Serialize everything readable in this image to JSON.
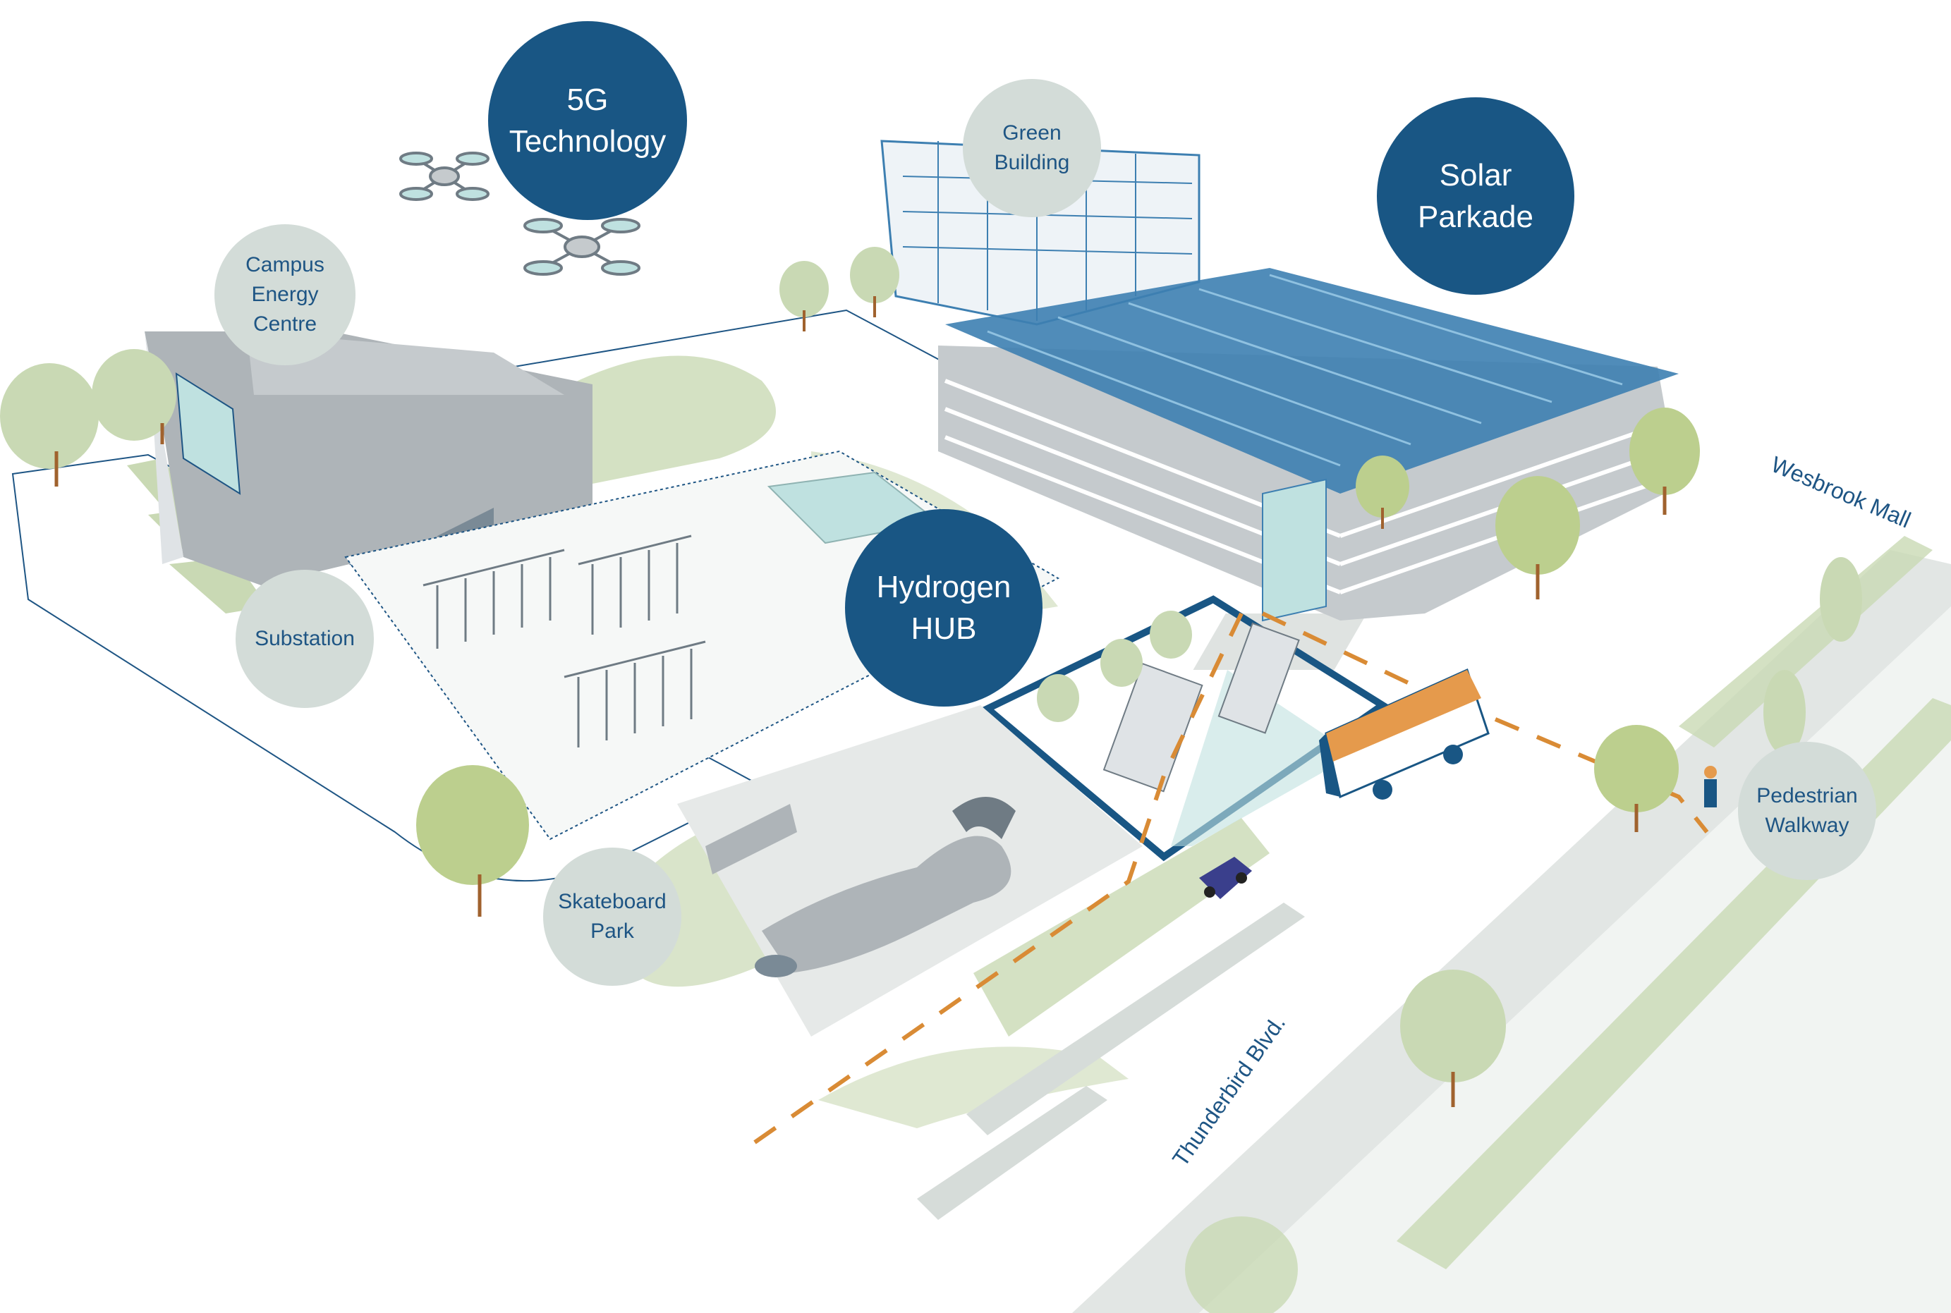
{
  "colors": {
    "label_light": "#d3dcd8",
    "label_dark": "#195684",
    "label_text": "#1e5584",
    "green_light": "#c9d9b4",
    "green_tree": "#bccf8e",
    "path_orange": "#d98b35",
    "building_grey": "#aeb4b8",
    "solar_blue": "#3d7fb1",
    "road_grey": "#d6dcd9",
    "bus_orange": "#e59a4c"
  },
  "labels": {
    "g5": "5G\nTechnology",
    "green_building": "Green\nBuilding",
    "solar_parkade": "Solar\nParkade",
    "campus_energy": "Campus\nEnergy\nCentre",
    "substation": "Substation",
    "hydrogen_hub": "Hydrogen\nHUB",
    "pedestrian": "Pedestrian\nWalkway",
    "skateboard": "Skateboard\nPark"
  },
  "streets": {
    "wesbrook": "Wesbrook Mall",
    "thunderbird": "Thunderbird Blvd."
  }
}
